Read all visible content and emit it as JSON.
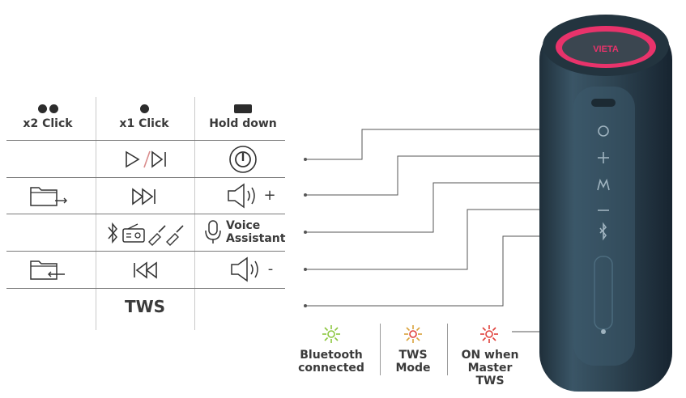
{
  "headers": {
    "double_click": "x2 Click",
    "single_click": "x1 Click",
    "hold_down": "Hold down"
  },
  "rows": {
    "voice_assistant_line1": "Voice",
    "voice_assistant_line2": "Assistant",
    "volume_up_sign": "+",
    "volume_down_sign": "-",
    "tws": "TWS"
  },
  "leds": [
    {
      "line1": "Bluetooth",
      "line2": "connected",
      "line3": "",
      "color": "#8cc63f"
    },
    {
      "line1": "TWS",
      "line2": "Mode",
      "line3": "",
      "color": "#d9a23a"
    },
    {
      "line1": "ON when",
      "line2": "Master",
      "line3": "TWS",
      "color": "#e0403a"
    }
  ],
  "speaker": {
    "brand": "VIETA",
    "body_color": "#2e4250",
    "ring_color": "#e8336b"
  },
  "icons": {
    "play_pause": "play-pause-icon",
    "power": "power-icon",
    "next_track": "next-track-icon",
    "previous_track": "previous-track-icon",
    "next_folder": "next-folder-icon",
    "previous_folder": "previous-folder-icon",
    "volume": "speaker-volume-icon",
    "source_modes": "bluetooth-radio-aux-icons",
    "microphone": "microphone-icon"
  }
}
